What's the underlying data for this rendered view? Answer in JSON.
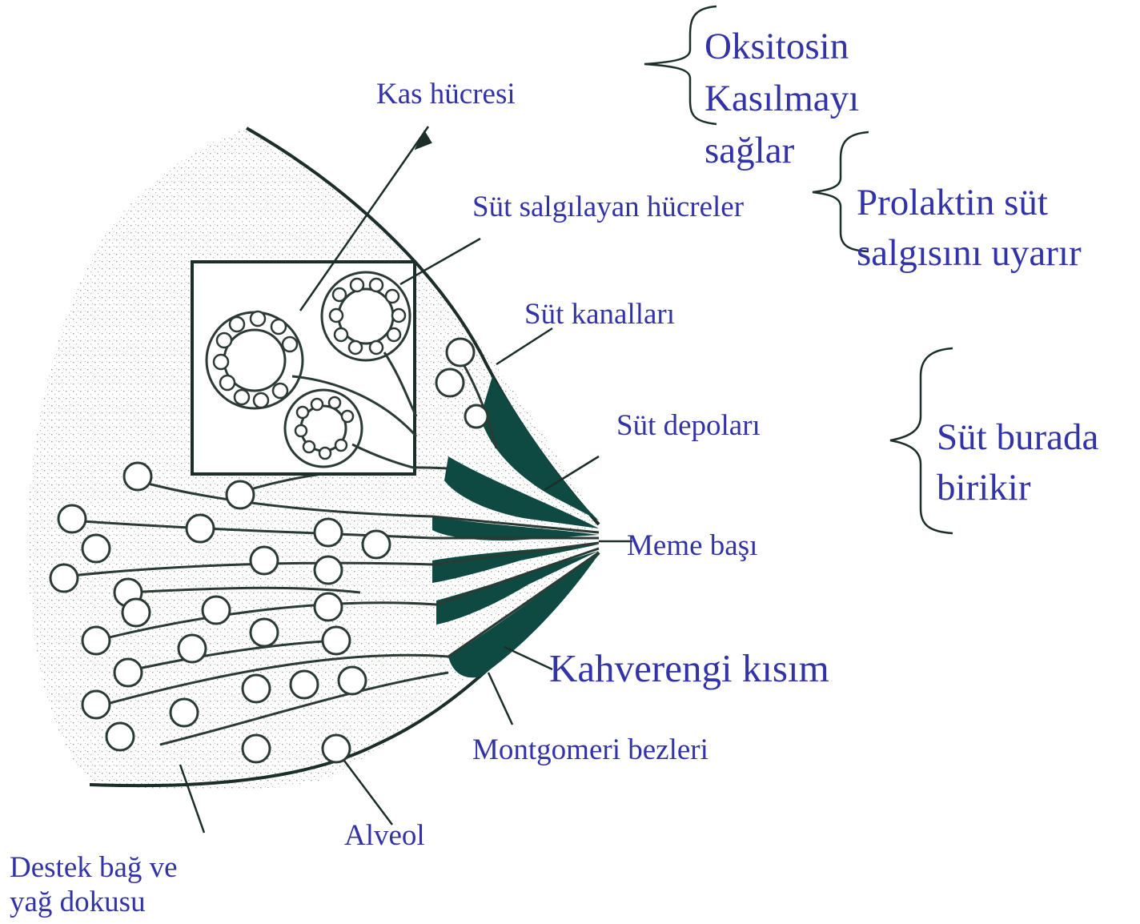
{
  "labels": {
    "kas_hucresi": "Kas hücresi",
    "sut_salgilayan": "Süt salgılayan  hücreler",
    "sut_kanallari": "Süt kanalları",
    "sut_depolari": "Süt depoları",
    "meme_basi": "Meme  başı",
    "kahverengi": "Kahverengi kısım",
    "montgomeri": "Montgomeri  bezleri",
    "alveol": "Alveol",
    "destek_1": "Destek bağ ve",
    "destek_2": "yağ dokusu"
  },
  "notes": {
    "oksitosin_1": "Oksitosin",
    "oksitosin_2": "Kasılmayı",
    "oksitosin_3": "sağlar",
    "prolaktin_1": "Prolaktin süt",
    "prolaktin_2": "salgısını uyarır",
    "birikir_1": "Süt burada",
    "birikir_2": "birikir"
  },
  "colors": {
    "label_text": "#3333a8",
    "line": "#1c2e2a",
    "dark_fill": "#0e4a42",
    "stipple": "#7a8a7a"
  }
}
